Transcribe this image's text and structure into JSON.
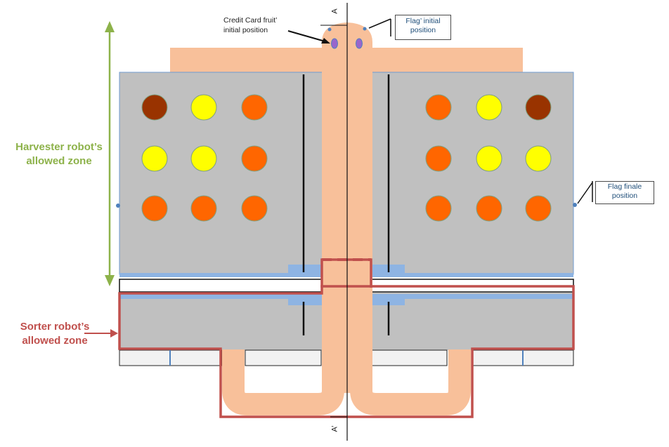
{
  "labels": {
    "harvester_zone": [
      "Harvester robot’s",
      "allowed zone"
    ],
    "sorter_zone": [
      "Sorter robot’s",
      "allowed zone"
    ],
    "fruit_initial": [
      "Credit Card fruit’",
      "initial position"
    ],
    "flag_initial": [
      "Flag’ initial",
      "position"
    ],
    "flag_final": [
      "Flag finale",
      "position"
    ],
    "section_top": "A",
    "section_bottom": "A’"
  },
  "colors": {
    "path": "#f8c09a",
    "tree_field": "#c0c0c0",
    "field_border": "#6f9bd1",
    "blue_strip": "#8eb4e3",
    "harvester_zone": "#8db24a",
    "sorter_zone": "#c0504d",
    "fruit_orange": "#ff6600",
    "fruit_yellow": "#ffff00",
    "fruit_brown": "#993300",
    "marker": "#9966cc"
  },
  "fruit_grid": {
    "left": [
      [
        "brown",
        "yellow",
        "orange"
      ],
      [
        "yellow",
        "yellow",
        "orange"
      ],
      [
        "orange",
        "orange",
        "orange"
      ]
    ],
    "right": [
      [
        "orange",
        "yellow",
        "brown"
      ],
      [
        "orange",
        "yellow",
        "yellow"
      ],
      [
        "orange",
        "orange",
        "orange"
      ]
    ]
  }
}
